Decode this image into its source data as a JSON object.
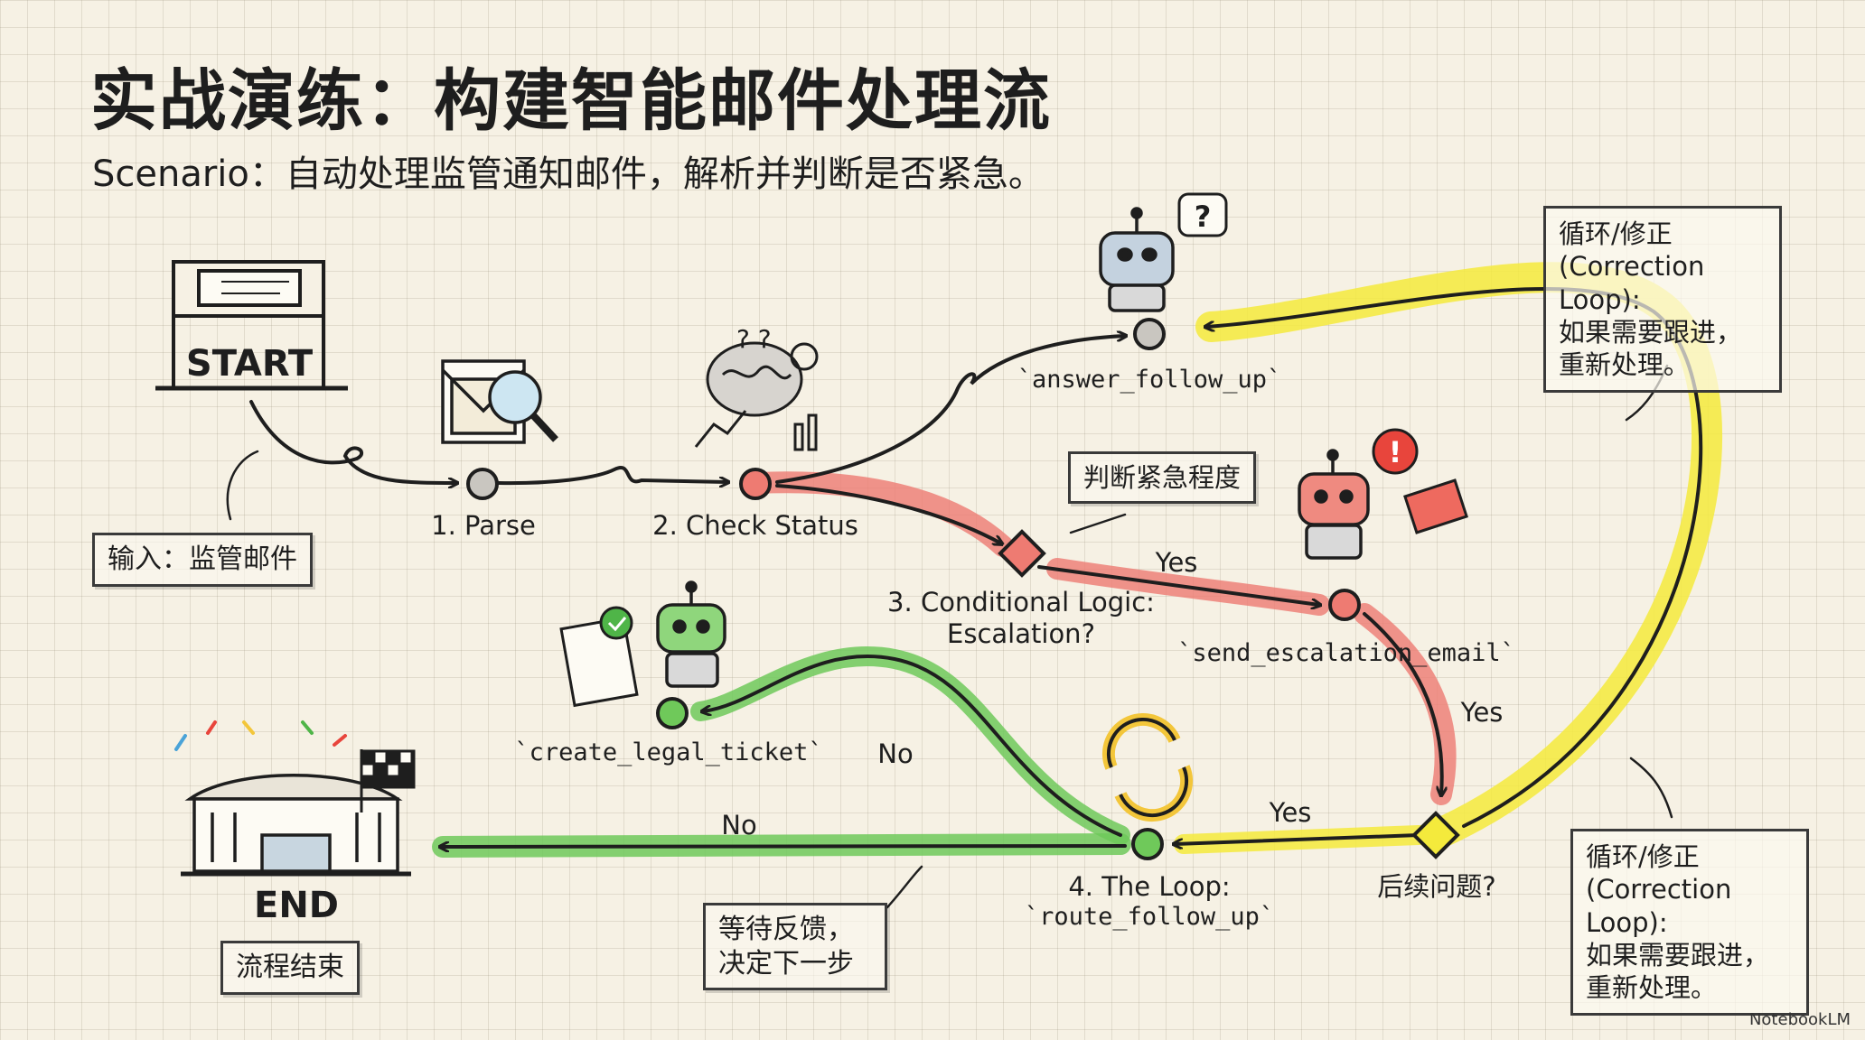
{
  "header": {
    "title": "实战演练：构建智能邮件处理流",
    "subtitle": "Scenario：自动处理监管通知邮件，解析并判断是否紧急。"
  },
  "start": {
    "label": "START",
    "input_note": "输入：监管邮件"
  },
  "nodes": {
    "parse": "1. Parse",
    "check_status": "2. Check Status",
    "answer_follow_up": "`answer_follow_up`",
    "conditional_line1": "3. Conditional Logic:",
    "conditional_line2": "Escalation?",
    "urgency_note": "判断紧急程度",
    "send_escalation_email": "`send_escalation_email`",
    "create_legal_ticket": "`create_legal_ticket`",
    "loop_line1": "4. The Loop:",
    "loop_line2": "`route_follow_up`",
    "followup_question": "后续问题?"
  },
  "edges": {
    "yes_escalation": "Yes",
    "yes_send": "Yes",
    "yes_loop": "Yes",
    "no_legal": "No",
    "no_end": "No"
  },
  "notes": {
    "correction_loop_top": [
      "循环/修正",
      "(Correction Loop):",
      "如果需要跟进，",
      "重新处理。"
    ],
    "correction_loop_bottom": [
      "循环/修正",
      "(Correction Loop):",
      "如果需要跟进，",
      "重新处理。"
    ],
    "wait_feedback": [
      "等待反馈，",
      "决定下一步"
    ]
  },
  "end": {
    "label": "END",
    "note": "流程结束"
  },
  "credit": "NotebookLM",
  "colors": {
    "green": "#6fc95a",
    "red": "#ee7b72",
    "yellow": "#f4ea3c",
    "ink": "#1e1e1e"
  }
}
